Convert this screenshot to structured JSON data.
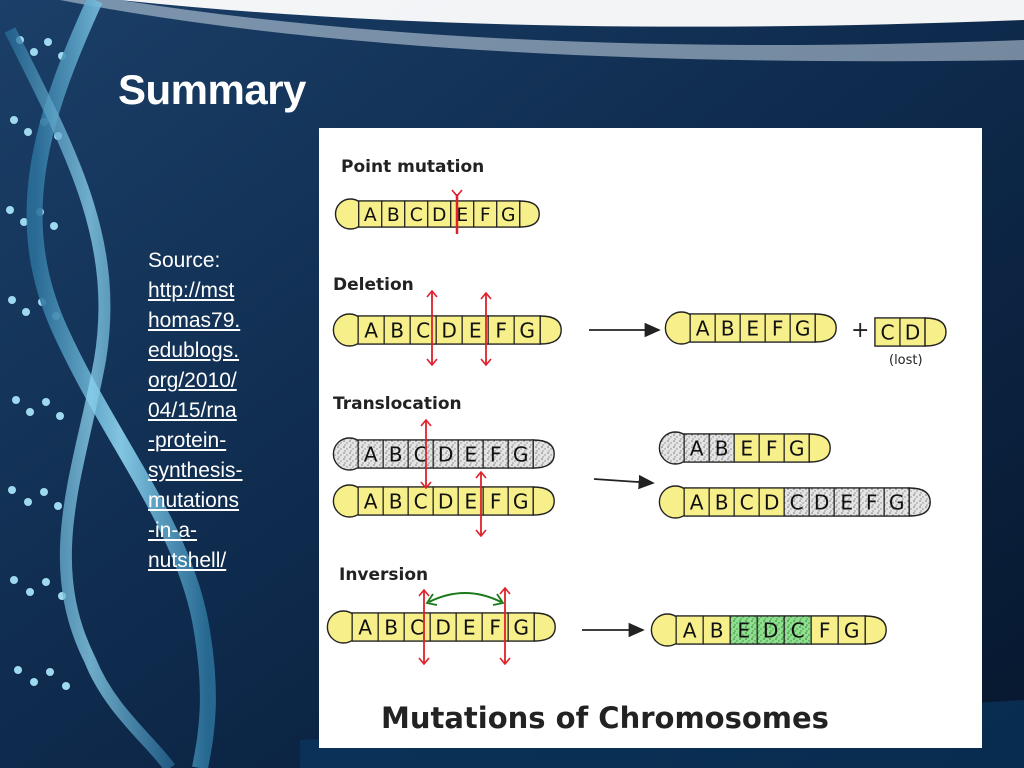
{
  "slide": {
    "title": "Summary",
    "source_label": "Source:",
    "source_link_lines": [
      "http://mst",
      "homas79.",
      "edublogs.",
      "org/2010/",
      "04/15/rna",
      "-protein-",
      "synthesis-",
      "mutations",
      "-in-a-",
      "nutshell/"
    ]
  },
  "diagram": {
    "footer_title": "Mutations of Chromosomes",
    "lost_label": "(lost)",
    "plus": "+",
    "colors": {
      "yellow": "#f6ef8a",
      "speckled": "#dedede",
      "inverted": "#8ee08e",
      "marker": "#e0202a",
      "swap_arrow": "#1a7a1a"
    },
    "sections": {
      "point": {
        "label": "Point mutation",
        "chromosome": [
          "A",
          "B",
          "C",
          "D",
          "E",
          "F",
          "G"
        ]
      },
      "deletion": {
        "label": "Deletion",
        "before": [
          "A",
          "B",
          "C",
          "D",
          "E",
          "F",
          "G"
        ],
        "after": [
          "A",
          "B",
          "E",
          "F",
          "G"
        ],
        "removed": [
          "C",
          "D"
        ]
      },
      "translocation": {
        "label": "Translocation",
        "before_top": [
          "A",
          "B",
          "C",
          "D",
          "E",
          "F",
          "G"
        ],
        "before_bottom": [
          "A",
          "B",
          "C",
          "D",
          "E",
          "F",
          "G"
        ],
        "after_top_gray": [
          "A",
          "B"
        ],
        "after_top_yellow": [
          "E",
          "F",
          "G"
        ],
        "after_bottom_yellow": [
          "A",
          "B",
          "C",
          "D"
        ],
        "after_bottom_gray": [
          "C",
          "D",
          "E",
          "F",
          "G"
        ]
      },
      "inversion": {
        "label": "Inversion",
        "before": [
          "A",
          "B",
          "C",
          "D",
          "E",
          "F",
          "G"
        ],
        "after_yellow_start": [
          "A",
          "B"
        ],
        "after_inverted": [
          "E",
          "D",
          "C"
        ],
        "after_yellow_end": [
          "F",
          "G"
        ]
      }
    }
  }
}
